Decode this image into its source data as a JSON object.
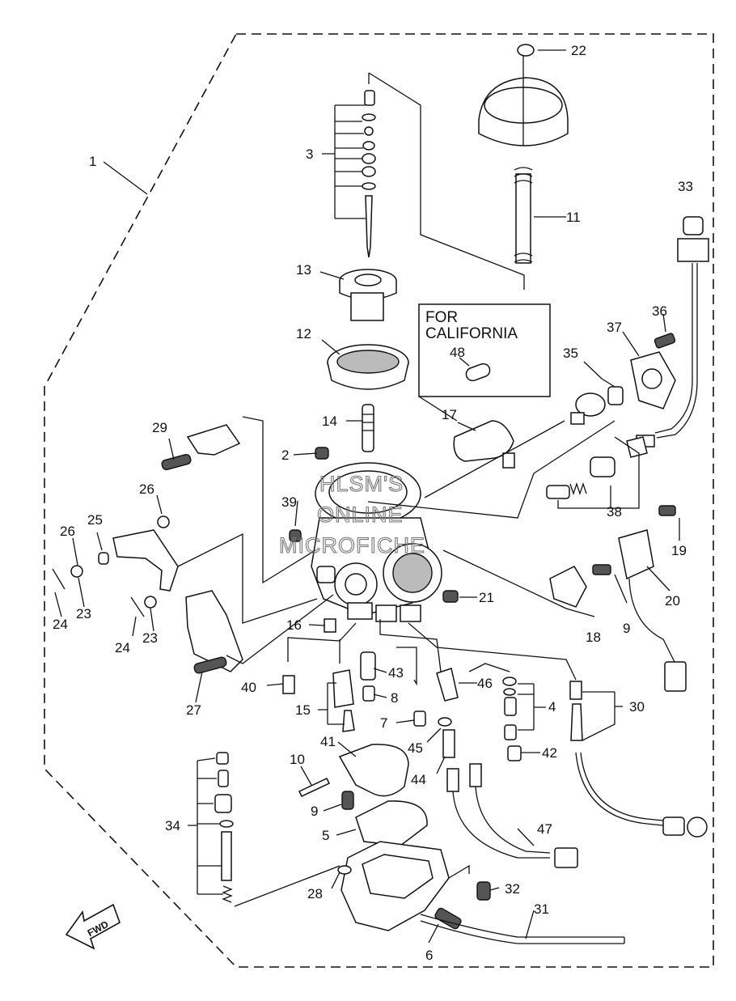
{
  "callouts": {
    "c1": "1",
    "c2": "2",
    "c3": "3",
    "c4": "4",
    "c5": "5",
    "c6": "6",
    "c7": "7",
    "c8": "8",
    "c9a": "9",
    "c9b": "9",
    "c10": "10",
    "c11": "11",
    "c12": "12",
    "c13": "13",
    "c14": "14",
    "c15": "15",
    "c16": "16",
    "c17": "17",
    "c18": "18",
    "c19": "19",
    "c20": "20",
    "c21": "21",
    "c22": "22",
    "c23a": "23",
    "c23b": "23",
    "c24a": "24",
    "c24b": "24",
    "c25": "25",
    "c26a": "26",
    "c26b": "26",
    "c27": "27",
    "c28": "28",
    "c29": "29",
    "c30": "30",
    "c31": "31",
    "c32": "32",
    "c33": "33",
    "c34": "34",
    "c35": "35",
    "c36": "36",
    "c37": "37",
    "c38": "38",
    "c39": "39",
    "c40": "40",
    "c41": "41",
    "c42": "42",
    "c43": "43",
    "c44": "44",
    "c45": "45",
    "c46": "46",
    "c47": "47",
    "c48": "48"
  },
  "california_box": {
    "line1": "FOR",
    "line2": "CALIFORNIA"
  },
  "watermark": {
    "line1": "HLSM'S",
    "line2": "ONLINE",
    "line3": "MICROFICHE"
  },
  "fwd_arrow": {
    "label": "FWD",
    "icon": "arrow-icon"
  }
}
